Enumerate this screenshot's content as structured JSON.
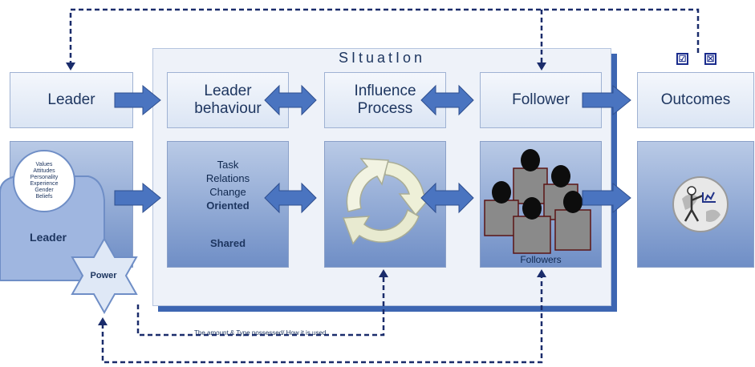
{
  "situation": {
    "title": "SItuatIon"
  },
  "top_row": {
    "leader": "Leader",
    "leader_behaviour": "Leader behaviour",
    "influence_process": [
      "Influence",
      "Process"
    ],
    "follower": "Follower",
    "outcomes": "Outcomes"
  },
  "leader_profile": {
    "values": [
      "Values",
      "Attitudes",
      "Personality",
      "Experience",
      "Gender",
      "Beliefs"
    ],
    "label": "Leader",
    "power": "Power"
  },
  "leader_style": {
    "lines": [
      "Task",
      "Relations",
      "Change"
    ],
    "oriented": "Oriented",
    "shared": "Shared"
  },
  "followers": {
    "label": "Followers"
  },
  "power_note": "The amount & Type possessed/ How it is used",
  "outcome_marks": {
    "check": "☑",
    "cross": "☒"
  },
  "colors": {
    "accent": "#3d66b2",
    "arrow": "#4a74c0",
    "dash": "#1a2c6b"
  },
  "icons": [
    "cycle-icon",
    "people-icon",
    "globe-person-icon",
    "check-icon",
    "x-icon"
  ]
}
